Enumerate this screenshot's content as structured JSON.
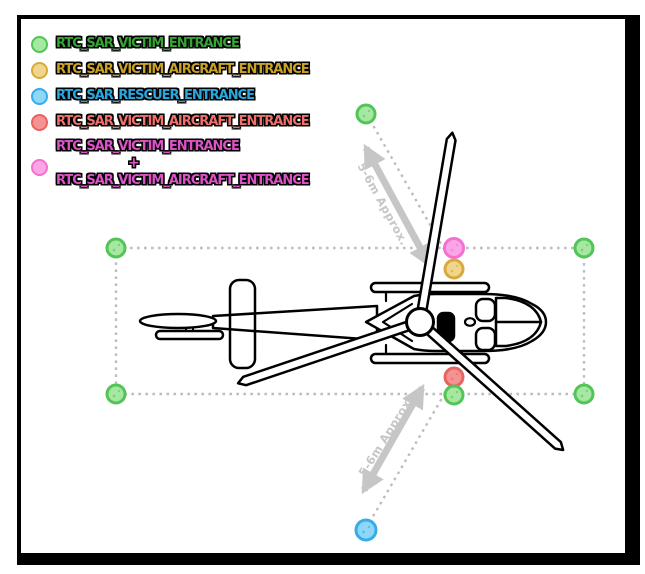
{
  "legend": {
    "items": [
      {
        "key": "green",
        "label": "RTC_SAR_VICTIM_ENTRANCE"
      },
      {
        "key": "gold",
        "label": "RTC_SAR_VICTIM_AIRCRAFT_ENTRANCE"
      },
      {
        "key": "blue",
        "label": "RTC_SAR_RESCUER_ENTRANCE"
      },
      {
        "key": "red",
        "label": "RTC_SAR_VICTIM_AIRCRAFT_ENTRANCE"
      },
      {
        "key": "pink",
        "label_top": "RTC_SAR_VICTIM_ENTRANCE",
        "joiner": "+",
        "label_bottom": "RTC_SAR_VICTIM_AIRCRAFT_ENTRANCE"
      }
    ]
  },
  "measurements": {
    "upper": "5-6m Approx.",
    "lower": "5-6m Approx."
  },
  "markers": [
    {
      "name": "victim-entrance-corner-top-left",
      "color": "green"
    },
    {
      "name": "victim-entrance-corner-top-right",
      "color": "green"
    },
    {
      "name": "victim-entrance-corner-bottom-left",
      "color": "green"
    },
    {
      "name": "victim-entrance-corner-bottom-right",
      "color": "green"
    },
    {
      "name": "victim-entrance-upper",
      "color": "green"
    },
    {
      "name": "victim-plus-aircraft-entrance",
      "color": "pink"
    },
    {
      "name": "victim-aircraft-entrance-upper",
      "color": "gold"
    },
    {
      "name": "victim-aircraft-entrance-lower",
      "color": "red"
    },
    {
      "name": "victim-entrance-bottom-edge",
      "color": "green"
    },
    {
      "name": "rescuer-entrance",
      "color": "blue"
    }
  ],
  "colors": {
    "green": {
      "fill": "#A6E7A1",
      "stroke": "#53C457",
      "text": "#35A435"
    },
    "gold": {
      "fill": "#F0D68C",
      "stroke": "#D8A93F",
      "text": "#C9A227"
    },
    "blue": {
      "fill": "#8ED7F7",
      "stroke": "#38ACE8",
      "text": "#29A8E0"
    },
    "red": {
      "fill": "#F49392",
      "stroke": "#E66462",
      "text": "#F0716C"
    },
    "pink": {
      "fill": "#FAA6E6",
      "stroke": "#F56FD0",
      "text": "#DC52C7"
    },
    "measure_gray": "#C6C6C6",
    "dash_gray": "#BDBDBD",
    "line_black": "#000000"
  }
}
